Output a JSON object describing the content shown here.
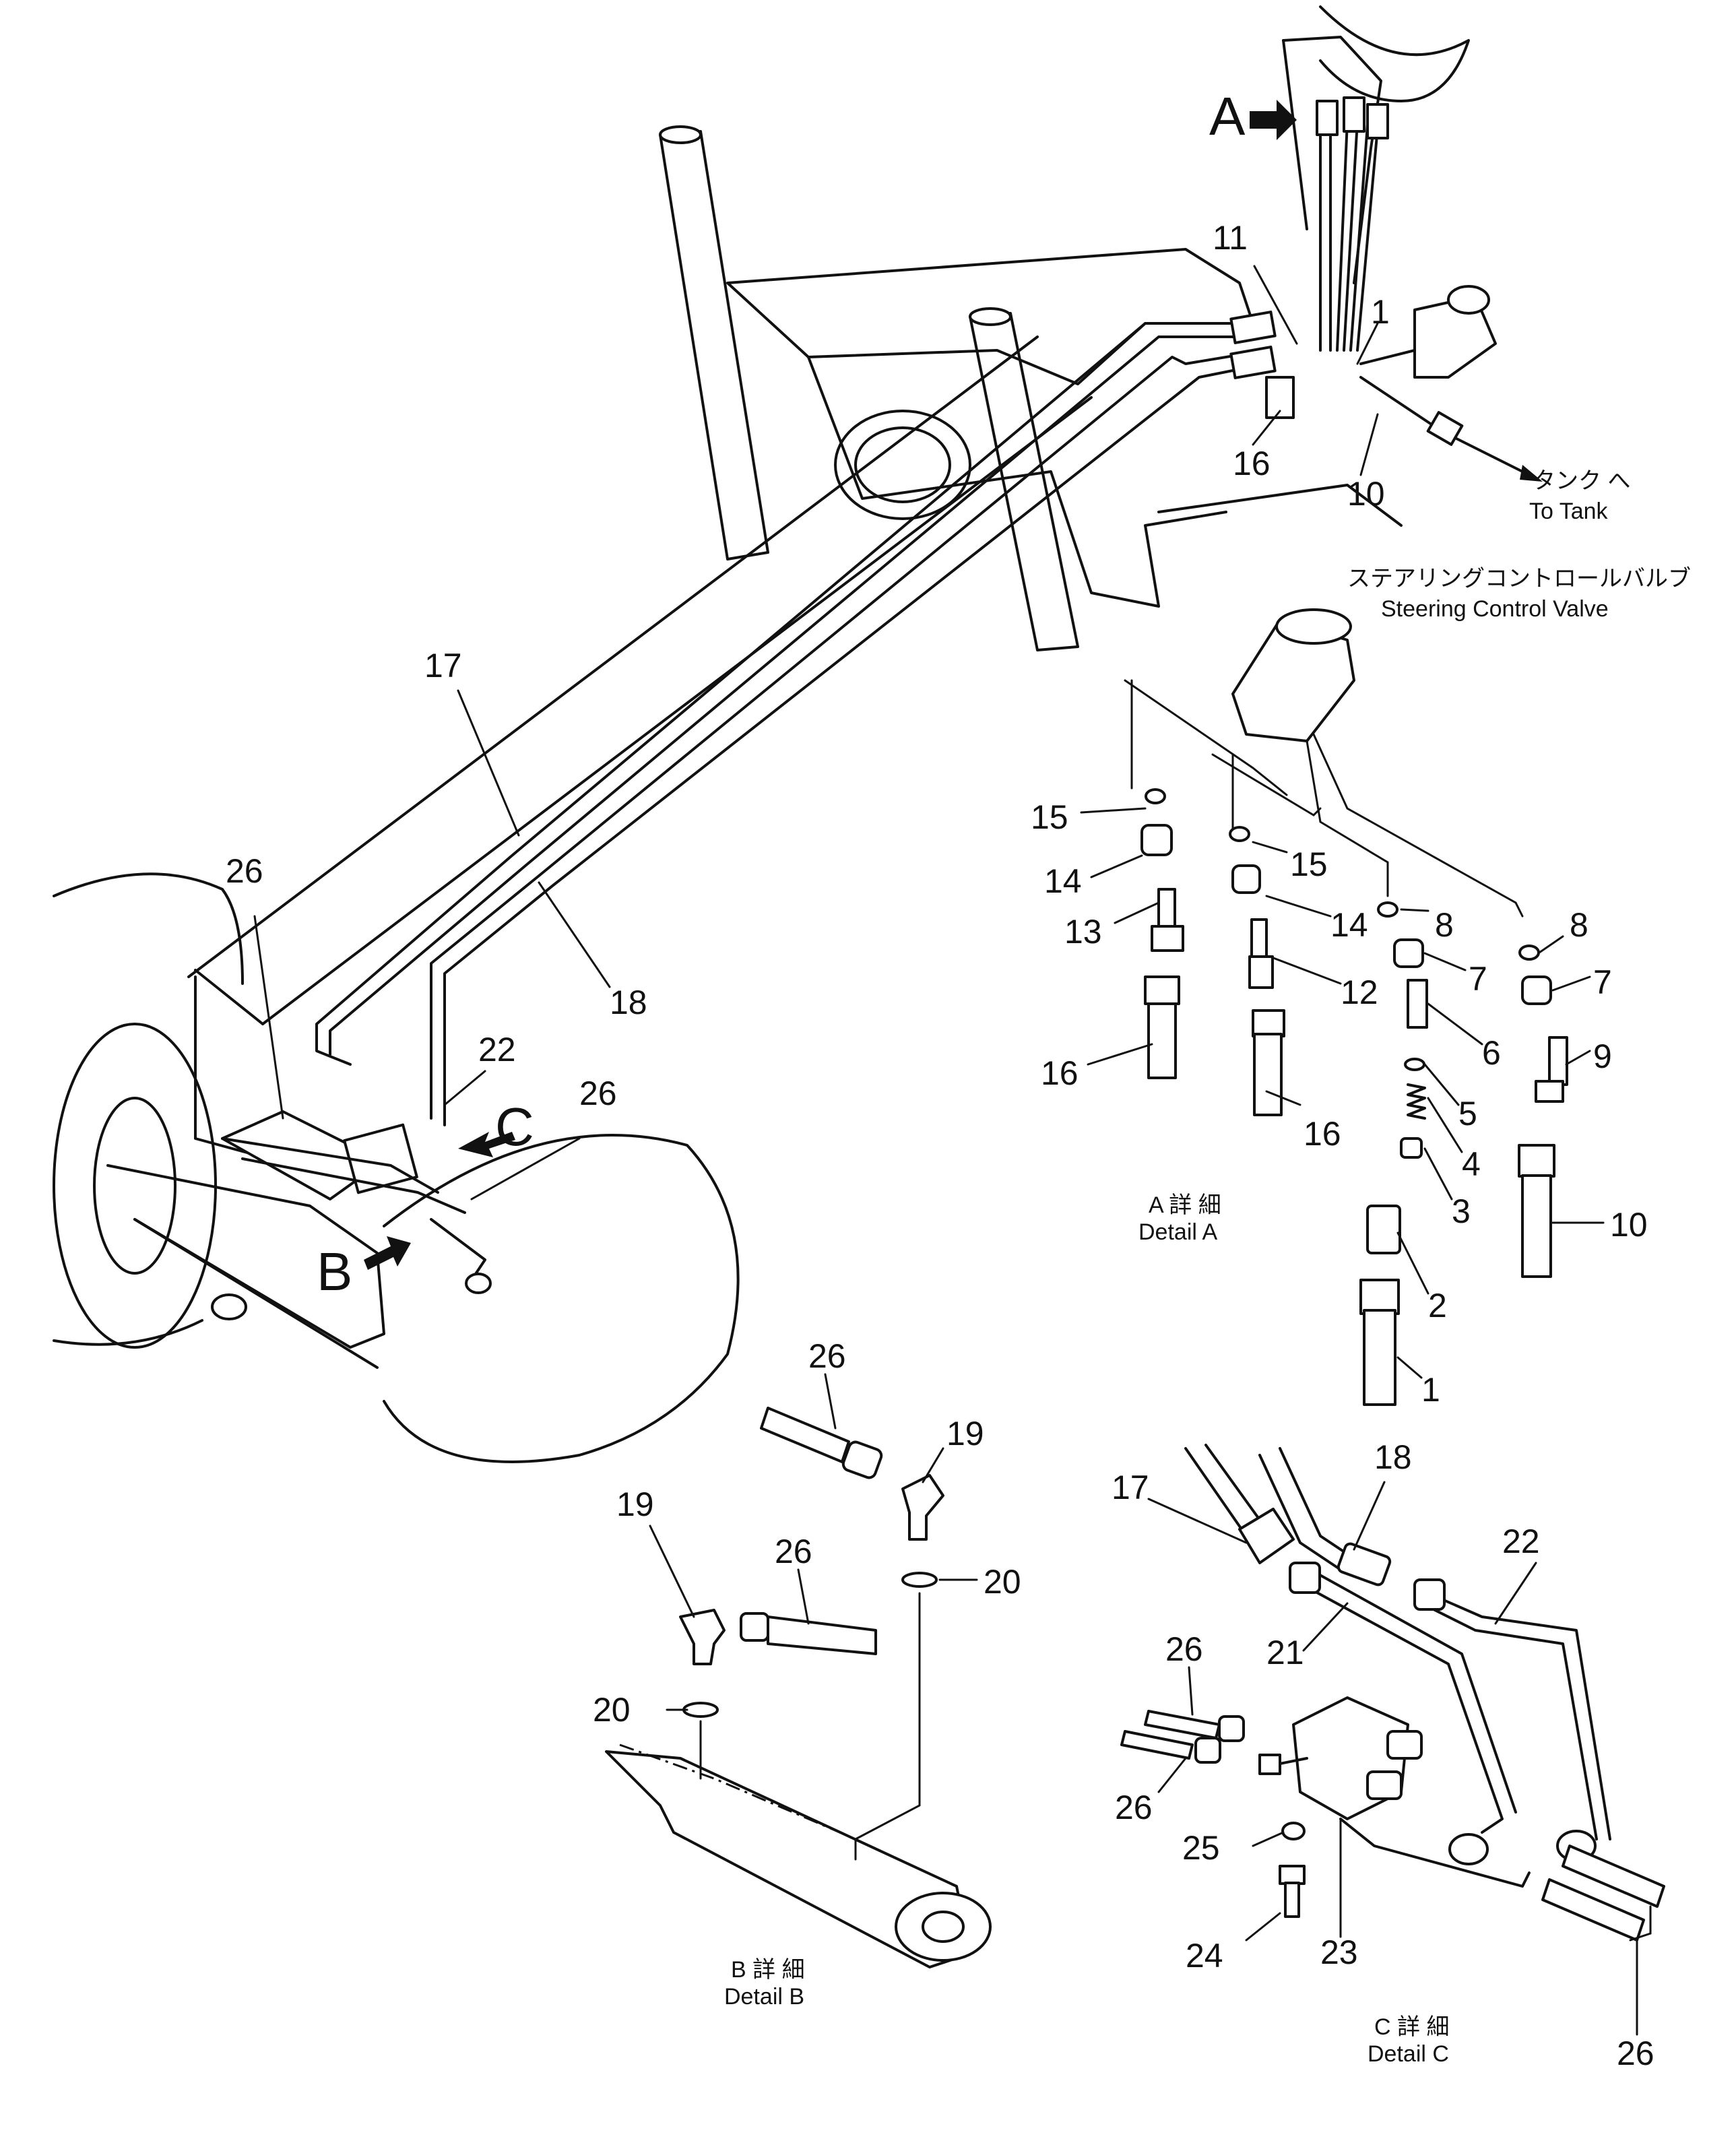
{
  "labels": {
    "callout_A": "A",
    "callout_B": "B",
    "callout_C": "C",
    "to_tank_jp": "タンク へ",
    "to_tank_en": "To Tank",
    "valve_jp": "ステアリングコントロールバルブ",
    "valve_en": "Steering Control Valve",
    "detail_a_jp": "A 詳 細",
    "detail_a_en": "Detail A",
    "detail_b_jp": "B 詳 細",
    "detail_b_en": "Detail B",
    "detail_c_jp": "C 詳 細",
    "detail_c_en": "Detail C"
  },
  "main_parts": {
    "p11": "11",
    "p1": "1",
    "p16": "16",
    "p10": "10",
    "p17": "17",
    "p18": "18",
    "p22": "22",
    "p26a": "26",
    "p26b": "26"
  },
  "detail_a_parts": {
    "p15a": "15",
    "p14a": "14",
    "p13": "13",
    "p16a": "16",
    "p15b": "15",
    "p14b": "14",
    "p12": "12",
    "p16b": "16",
    "p8a": "8",
    "p7a": "7",
    "p6": "6",
    "p5": "5",
    "p4": "4",
    "p3": "3",
    "p2": "2",
    "p1": "1",
    "p8b": "8",
    "p7b": "7",
    "p9": "9",
    "p10": "10"
  },
  "detail_b_parts": {
    "p26a": "26",
    "p19a": "19",
    "p26b": "26",
    "p20a": "20",
    "p19b": "19",
    "p20b": "20"
  },
  "detail_c_parts": {
    "p17": "17",
    "p18": "18",
    "p22": "22",
    "p21": "21",
    "p26a": "26",
    "p26b": "26",
    "p25": "25",
    "p23": "23",
    "p24": "24",
    "p26c": "26"
  }
}
